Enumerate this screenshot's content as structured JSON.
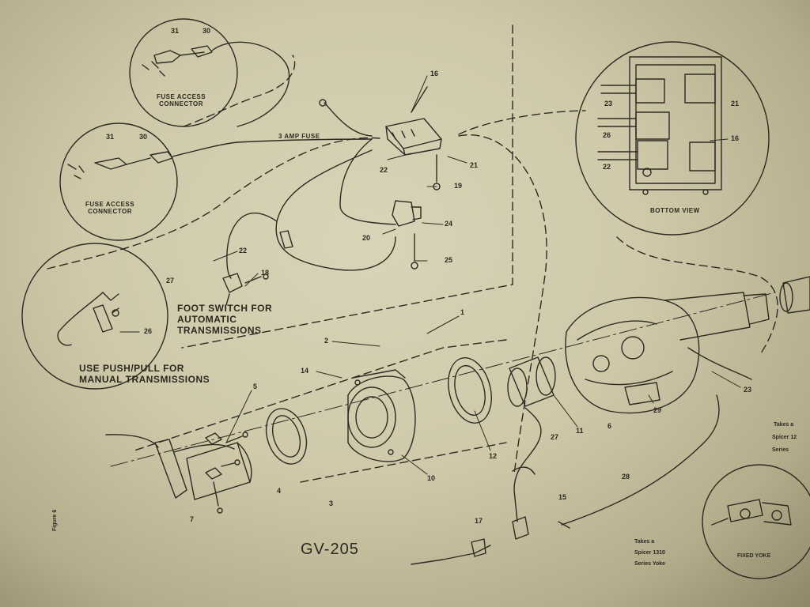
{
  "diagram": {
    "title": "GV-205",
    "labels": {
      "fuse_access_connector_top": "FUSE ACCESS\nCONNECTOR",
      "fuse_access_connector_left": "FUSE ACCESS\nCONNECTOR",
      "three_amp_fuse": "3 AMP FUSE",
      "bottom_view": "BOTTOM VIEW",
      "foot_switch": "FOOT SWITCH FOR\nAUTOMATIC\nTRANSMISSIONS",
      "push_pull": "USE PUSH/PULL FOR\nMANUAL TRANSMISSIONS",
      "takes_a_spicer_1": "Takes a",
      "takes_a_spicer_2": "Spicer 12",
      "takes_a_spicer_3": "Series",
      "takes_spicer_bottom_1": "Takes a",
      "takes_spicer_bottom_2": "Spicer 1310",
      "takes_spicer_bottom_3": "Series Yoke",
      "fixed_yoke": "FIXED YOKE",
      "figure": "Figure 6"
    },
    "part_numbers": {
      "n31_top": "31",
      "n30_top": "30",
      "n31_left": "31",
      "n30_left": "30",
      "n16_top": "16",
      "n22_fuse": "22",
      "n21_fuse": "21",
      "n19": "19",
      "n24": "24",
      "n20": "20",
      "n25": "25",
      "n22_wire": "22",
      "n27": "27",
      "n18": "18",
      "n26": "26",
      "n23_a": "23",
      "n26_a": "26",
      "n22_a": "22",
      "n21_a": "21",
      "n16_a": "16",
      "n1": "1",
      "n2": "2",
      "n14": "14",
      "n5": "5",
      "n4": "4",
      "n3": "3",
      "n7": "7",
      "n10": "10",
      "n12": "12",
      "n11": "11",
      "n6": "6",
      "n29": "29",
      "n27b": "27",
      "n23": "23",
      "n28": "28",
      "n15": "15",
      "n17": "17"
    }
  }
}
